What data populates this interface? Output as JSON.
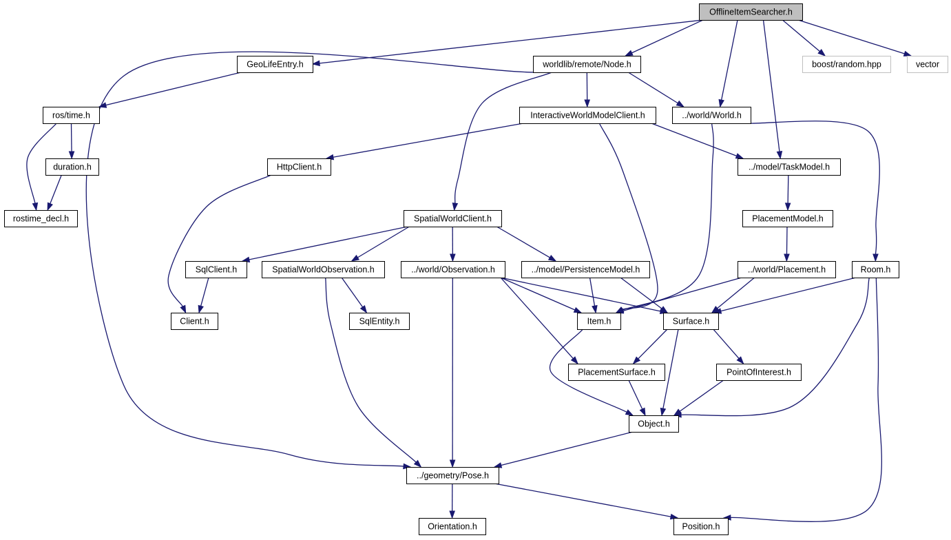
{
  "diagram": {
    "colors": {
      "edge": "#191970",
      "root_fill": "#bfbfbf",
      "external_border": "#bfbfbf"
    },
    "nodes": [
      {
        "id": "offline",
        "label": "OfflineItemSearcher.h",
        "kind": "root"
      },
      {
        "id": "geolife",
        "label": "GeoLifeEntry.h",
        "kind": "normal"
      },
      {
        "id": "node",
        "label": "worldlib/remote/Node.h",
        "kind": "normal"
      },
      {
        "id": "boostrandom",
        "label": "boost/random.hpp",
        "kind": "external"
      },
      {
        "id": "vector",
        "label": "vector",
        "kind": "external"
      },
      {
        "id": "rostime",
        "label": "ros/time.h",
        "kind": "normal"
      },
      {
        "id": "iwmclient",
        "label": "InteractiveWorldModelClient.h",
        "kind": "normal"
      },
      {
        "id": "world",
        "label": "../world/World.h",
        "kind": "normal"
      },
      {
        "id": "duration",
        "label": "duration.h",
        "kind": "normal"
      },
      {
        "id": "httpclient",
        "label": "HttpClient.h",
        "kind": "normal"
      },
      {
        "id": "taskmodel",
        "label": "../model/TaskModel.h",
        "kind": "normal"
      },
      {
        "id": "rostimedecl",
        "label": "rostime_decl.h",
        "kind": "normal"
      },
      {
        "id": "swclient",
        "label": "SpatialWorldClient.h",
        "kind": "normal"
      },
      {
        "id": "placementmodel",
        "label": "PlacementModel.h",
        "kind": "normal"
      },
      {
        "id": "sqlclient",
        "label": "SqlClient.h",
        "kind": "normal"
      },
      {
        "id": "swobs",
        "label": "SpatialWorldObservation.h",
        "kind": "normal"
      },
      {
        "id": "observation",
        "label": "../world/Observation.h",
        "kind": "normal"
      },
      {
        "id": "persistence",
        "label": "../model/PersistenceModel.h",
        "kind": "normal"
      },
      {
        "id": "placement",
        "label": "../world/Placement.h",
        "kind": "normal"
      },
      {
        "id": "room",
        "label": "Room.h",
        "kind": "normal"
      },
      {
        "id": "client",
        "label": "Client.h",
        "kind": "normal"
      },
      {
        "id": "sqlentity",
        "label": "SqlEntity.h",
        "kind": "normal"
      },
      {
        "id": "item",
        "label": "Item.h",
        "kind": "normal"
      },
      {
        "id": "surface",
        "label": "Surface.h",
        "kind": "normal"
      },
      {
        "id": "placementsurface",
        "label": "PlacementSurface.h",
        "kind": "normal"
      },
      {
        "id": "poi",
        "label": "PointOfInterest.h",
        "kind": "normal"
      },
      {
        "id": "object",
        "label": "Object.h",
        "kind": "normal"
      },
      {
        "id": "pose",
        "label": "../geometry/Pose.h",
        "kind": "normal"
      },
      {
        "id": "orientation",
        "label": "Orientation.h",
        "kind": "normal"
      },
      {
        "id": "position",
        "label": "Position.h",
        "kind": "normal"
      }
    ],
    "edges": [
      {
        "from": "offline",
        "to": "geolife"
      },
      {
        "from": "offline",
        "to": "node"
      },
      {
        "from": "offline",
        "to": "world"
      },
      {
        "from": "offline",
        "to": "taskmodel"
      },
      {
        "from": "offline",
        "to": "boostrandom"
      },
      {
        "from": "offline",
        "to": "vector"
      },
      {
        "from": "geolife",
        "to": "rostime"
      },
      {
        "from": "rostime",
        "to": "duration"
      },
      {
        "from": "rostime",
        "to": "rostimedecl"
      },
      {
        "from": "duration",
        "to": "rostimedecl"
      },
      {
        "from": "node",
        "to": "iwmclient"
      },
      {
        "from": "node",
        "to": "world"
      },
      {
        "from": "node",
        "to": "swclient"
      },
      {
        "from": "node",
        "to": "pose"
      },
      {
        "from": "iwmclient",
        "to": "httpclient"
      },
      {
        "from": "iwmclient",
        "to": "taskmodel"
      },
      {
        "from": "iwmclient",
        "to": "item"
      },
      {
        "from": "world",
        "to": "item"
      },
      {
        "from": "world",
        "to": "room"
      },
      {
        "from": "httpclient",
        "to": "client"
      },
      {
        "from": "taskmodel",
        "to": "placementmodel"
      },
      {
        "from": "placementmodel",
        "to": "placement"
      },
      {
        "from": "swclient",
        "to": "sqlclient"
      },
      {
        "from": "swclient",
        "to": "swobs"
      },
      {
        "from": "swclient",
        "to": "observation"
      },
      {
        "from": "swclient",
        "to": "persistence"
      },
      {
        "from": "sqlclient",
        "to": "client"
      },
      {
        "from": "swobs",
        "to": "sqlentity"
      },
      {
        "from": "swobs",
        "to": "pose"
      },
      {
        "from": "observation",
        "to": "item"
      },
      {
        "from": "observation",
        "to": "surface"
      },
      {
        "from": "observation",
        "to": "placementsurface"
      },
      {
        "from": "observation",
        "to": "pose"
      },
      {
        "from": "persistence",
        "to": "item"
      },
      {
        "from": "persistence",
        "to": "surface"
      },
      {
        "from": "placement",
        "to": "item"
      },
      {
        "from": "placement",
        "to": "surface"
      },
      {
        "from": "room",
        "to": "surface"
      },
      {
        "from": "room",
        "to": "object"
      },
      {
        "from": "room",
        "to": "position"
      },
      {
        "from": "item",
        "to": "object"
      },
      {
        "from": "surface",
        "to": "placementsurface"
      },
      {
        "from": "surface",
        "to": "poi"
      },
      {
        "from": "surface",
        "to": "object"
      },
      {
        "from": "placementsurface",
        "to": "object"
      },
      {
        "from": "poi",
        "to": "object"
      },
      {
        "from": "object",
        "to": "pose"
      },
      {
        "from": "pose",
        "to": "orientation"
      },
      {
        "from": "pose",
        "to": "position"
      }
    ]
  }
}
